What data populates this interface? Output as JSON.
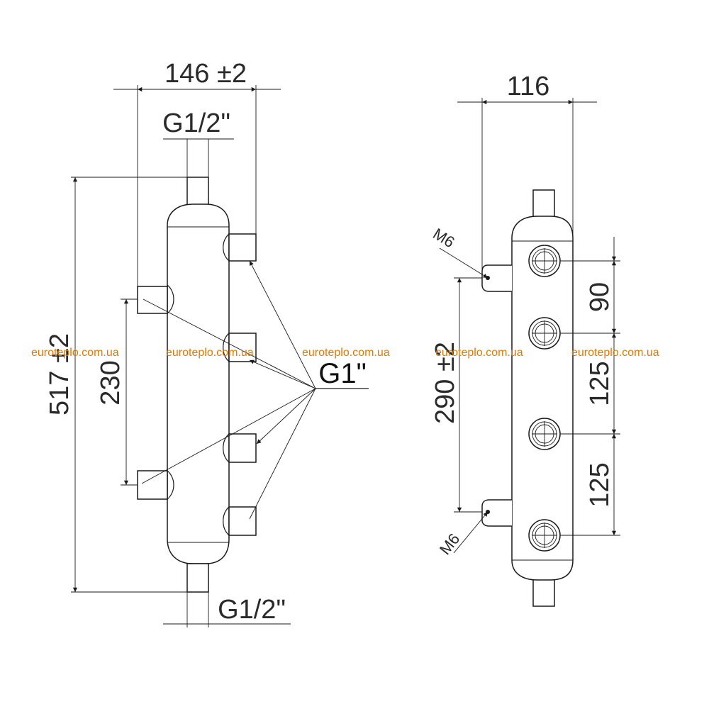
{
  "left_view": {
    "width_dim": "146 ±2",
    "top_port": "G1/2\"",
    "bottom_port": "G1/2\"",
    "height_dim": "517 ±2",
    "inner_dim": "230",
    "side_ports": "G1\""
  },
  "right_view": {
    "width_dim": "116",
    "mount_top": "M6",
    "mount_bottom": "M6",
    "mount_spacing": "290 ±2",
    "spacing_1": "90",
    "spacing_2": "125",
    "spacing_3": "125"
  },
  "watermarks": [
    "euroteplo.com.ua",
    "euroteplo.com.ua",
    "euroteplo.com.ua",
    "euroteplo.com.ua",
    "euroteplo.com.ua"
  ],
  "colors": {
    "watermark": "#e07a00",
    "line": "#1a1a1a"
  }
}
